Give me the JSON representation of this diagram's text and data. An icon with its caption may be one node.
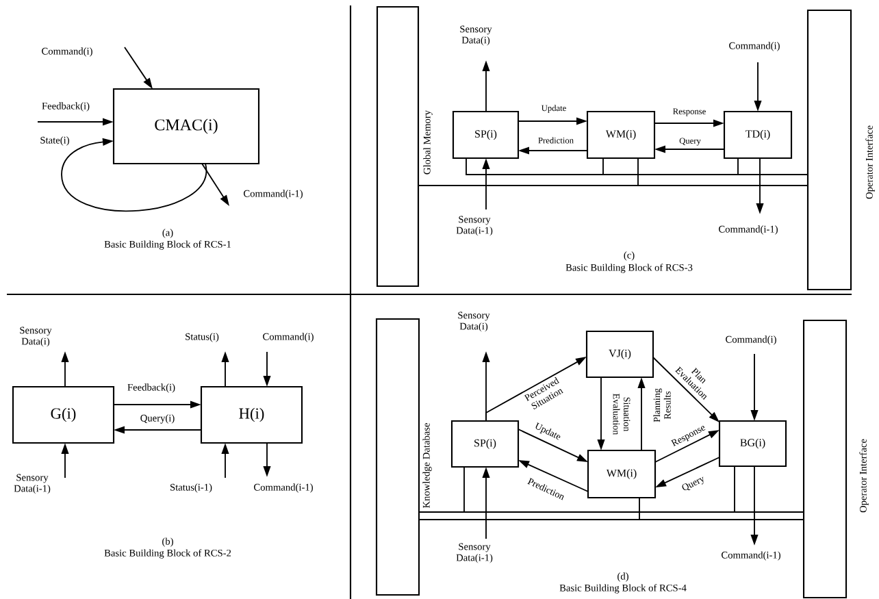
{
  "diagram": {
    "nodes": [
      {
        "text": [
          "CMAC(i)"
        ]
      },
      {
        "text": [
          "G(i)"
        ]
      },
      {
        "text": [
          "H(i)"
        ]
      },
      {
        "text": [],
        "shape": "bar",
        "beside": [
          "Global Memory"
        ]
      },
      {
        "text": [
          "SP(i)"
        ]
      },
      {
        "text": [
          "WM(i)"
        ]
      },
      {
        "text": [
          "TD(i)"
        ]
      },
      {
        "text": [],
        "shape": "bar",
        "beside": [
          "Operator Interface"
        ]
      },
      {
        "text": [],
        "shape": "bar",
        "beside": [
          "Knowledge Database"
        ]
      },
      {
        "text": [
          "SP(i)"
        ]
      },
      {
        "text": [
          "VJ(i)"
        ]
      },
      {
        "text": [
          "WM(i)"
        ]
      },
      {
        "text": [
          "BG(i)"
        ]
      },
      {
        "text": [],
        "shape": "bar",
        "beside": [
          "Operator Interface"
        ]
      }
    ],
    "edges": [
      {
        "from": null,
        "to": 0,
        "arrow": "to",
        "label": "Command(i)"
      },
      {
        "from": null,
        "to": 0,
        "arrow": "to",
        "label": "Feedback(i)"
      },
      {
        "from": 0,
        "to": 0,
        "arrow": "to",
        "label": "State(i)"
      },
      {
        "from": 0,
        "to": null,
        "arrow": "to",
        "label": "Command(i-1)"
      },
      {
        "from": 1,
        "to": 2,
        "arrow": "to",
        "label": "Feedback(i)"
      },
      {
        "from": 2,
        "to": 1,
        "arrow": "to",
        "label": "Query(i)"
      },
      {
        "from": 1,
        "to": null,
        "arrow": "to",
        "label": "Sensory Data(i)"
      },
      {
        "from": null,
        "to": 1,
        "arrow": "to",
        "label": "Sensory Data(i-1)"
      },
      {
        "from": 2,
        "to": null,
        "arrow": "to",
        "label": "Status(i)"
      },
      {
        "from": null,
        "to": 2,
        "arrow": "to",
        "label": "Command(i)"
      },
      {
        "from": null,
        "to": 2,
        "arrow": "to",
        "label": "Status(i-1)"
      },
      {
        "from": 2,
        "to": null,
        "arrow": "to",
        "label": "Command(i-1)"
      },
      {
        "from": 4,
        "to": null,
        "arrow": "to",
        "label": "Sensory Data(i)"
      },
      {
        "from": null,
        "to": 4,
        "arrow": "to",
        "label": "Sensory Data(i-1)"
      },
      {
        "from": 4,
        "to": 5,
        "arrow": "to",
        "label": "Update"
      },
      {
        "from": 5,
        "to": 4,
        "arrow": "to",
        "label": "Prediction"
      },
      {
        "from": 5,
        "to": 6,
        "arrow": "to",
        "label": "Response"
      },
      {
        "from": 6,
        "to": 5,
        "arrow": "to",
        "label": "Query"
      },
      {
        "from": null,
        "to": 6,
        "arrow": "to",
        "label": "Command(i)"
      },
      {
        "from": 6,
        "to": null,
        "arrow": "to",
        "label": "Command(i-1)"
      },
      {
        "from": 3,
        "to": 7,
        "arrow": "none"
      },
      {
        "from": 4,
        "to": 7,
        "arrow": "none"
      },
      {
        "from": 5,
        "to": 7,
        "arrow": "none"
      },
      {
        "from": 5,
        "to": 3,
        "arrow": "none"
      },
      {
        "from": 6,
        "to": 7,
        "arrow": "none"
      },
      {
        "from": 9,
        "to": null,
        "arrow": "to",
        "label": "Sensory Data(i)"
      },
      {
        "from": 9,
        "to": 10,
        "arrow": "to",
        "label": "Perceived Situation"
      },
      {
        "from": null,
        "to": 9,
        "arrow": "to",
        "label": "Sensory Data(i-1)"
      },
      {
        "from": 9,
        "to": 11,
        "arrow": "to",
        "label": "Update"
      },
      {
        "from": 11,
        "to": 9,
        "arrow": "to",
        "label": "Prediction"
      },
      {
        "from": 10,
        "to": 11,
        "arrow": "to",
        "label": "Situation Evaluation"
      },
      {
        "from": 11,
        "to": 10,
        "arrow": "to",
        "label": "Planning Results"
      },
      {
        "from": 10,
        "to": 12,
        "arrow": "to",
        "label": "Plan Evaluation"
      },
      {
        "from": 11,
        "to": 12,
        "arrow": "to",
        "label": "Response"
      },
      {
        "from": 12,
        "to": 11,
        "arrow": "to",
        "label": "Query"
      },
      {
        "from": null,
        "to": 12,
        "arrow": "to",
        "label": "Command(i)"
      },
      {
        "from": 12,
        "to": null,
        "arrow": "to",
        "label": "Command(i-1)"
      },
      {
        "from": 8,
        "to": 13,
        "arrow": "none"
      },
      {
        "from": 8,
        "to": 13,
        "arrow": "none"
      },
      {
        "from": 9,
        "to": 13,
        "arrow": "none"
      },
      {
        "from": 11,
        "to": 8,
        "arrow": "none"
      },
      {
        "from": 12,
        "to": 13,
        "arrow": "none"
      }
    ],
    "labels": [
      "(a)",
      "Basic Building Block of RCS-1",
      "(b)",
      "Basic Building Block of RCS-2",
      "(c)",
      "Basic Building Block of RCS-3",
      "(d)",
      "Basic Building Block of RCS-4"
    ]
  }
}
